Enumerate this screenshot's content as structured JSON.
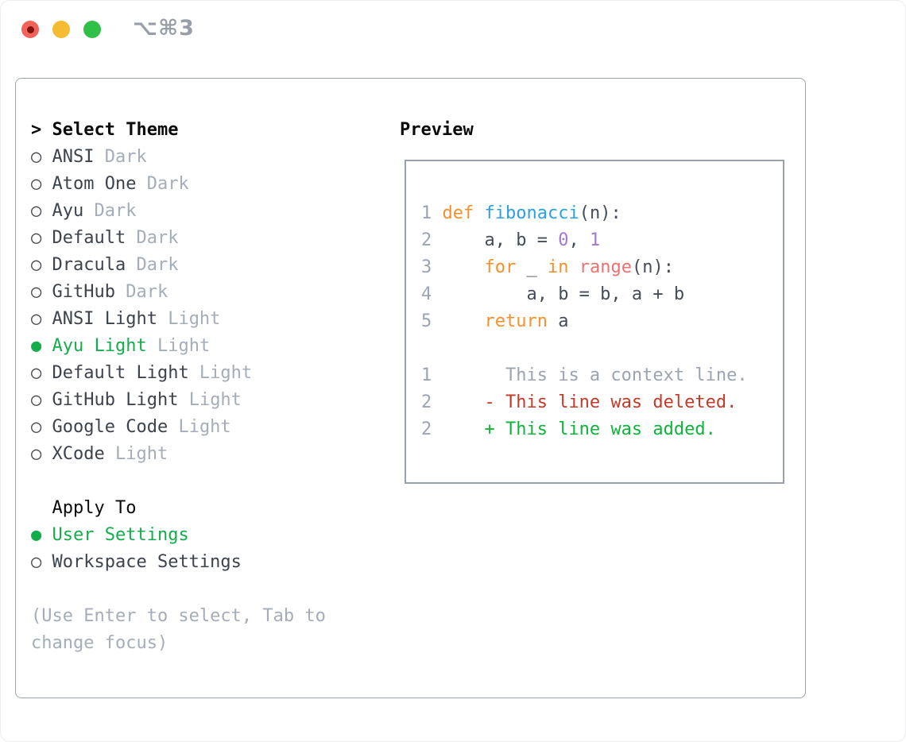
{
  "window": {
    "title": "⌥⌘3",
    "traffic_lights": [
      {
        "name": "close"
      },
      {
        "name": "minimize"
      },
      {
        "name": "zoom"
      }
    ]
  },
  "theme_list": {
    "header_marker": ">",
    "header": "Select Theme",
    "marker_selected": "●",
    "marker_unselected": "○",
    "items": [
      {
        "name": "ANSI",
        "variant": "Dark",
        "selected": false
      },
      {
        "name": "Atom One",
        "variant": "Dark",
        "selected": false
      },
      {
        "name": "Ayu",
        "variant": "Dark",
        "selected": false
      },
      {
        "name": "Default",
        "variant": "Dark",
        "selected": false
      },
      {
        "name": "Dracula",
        "variant": "Dark",
        "selected": false
      },
      {
        "name": "GitHub",
        "variant": "Dark",
        "selected": false
      },
      {
        "name": "ANSI Light",
        "variant": "Light",
        "selected": false
      },
      {
        "name": "Ayu Light",
        "variant": "Light",
        "selected": true
      },
      {
        "name": "Default Light",
        "variant": "Light",
        "selected": false
      },
      {
        "name": "GitHub Light",
        "variant": "Light",
        "selected": false
      },
      {
        "name": "Google Code",
        "variant": "Light",
        "selected": false
      },
      {
        "name": "XCode",
        "variant": "Light",
        "selected": false
      }
    ]
  },
  "apply_to": {
    "header": "Apply To",
    "options": [
      {
        "label": "User Settings",
        "selected": true
      },
      {
        "label": "Workspace Settings",
        "selected": false
      }
    ]
  },
  "help_text": "(Use Enter to select, Tab to change focus)",
  "preview": {
    "header": "Preview",
    "lines": [
      {
        "kind": "code",
        "no": "1",
        "segs": [
          {
            "t": "def ",
            "c": "keyword"
          },
          {
            "t": "fibonacci",
            "c": "function"
          },
          {
            "t": "(n):",
            "c": "code_default"
          }
        ]
      },
      {
        "kind": "code",
        "no": "2",
        "segs": [
          {
            "t": "    a, b = ",
            "c": "code_default"
          },
          {
            "t": "0",
            "c": "number"
          },
          {
            "t": ", ",
            "c": "code_default"
          },
          {
            "t": "1",
            "c": "number"
          }
        ]
      },
      {
        "kind": "code",
        "no": "3",
        "segs": [
          {
            "t": "    ",
            "c": "code_default"
          },
          {
            "t": "for",
            "c": "keyword"
          },
          {
            "t": " _ ",
            "c": "code_default"
          },
          {
            "t": "in",
            "c": "keyword"
          },
          {
            "t": " ",
            "c": "code_default"
          },
          {
            "t": "range",
            "c": "builtin"
          },
          {
            "t": "(n):",
            "c": "code_default"
          }
        ]
      },
      {
        "kind": "code",
        "no": "4",
        "segs": [
          {
            "t": "        a, b = b, a + b",
            "c": "code_default"
          }
        ]
      },
      {
        "kind": "code",
        "no": "5",
        "segs": [
          {
            "t": "    ",
            "c": "code_default"
          },
          {
            "t": "return",
            "c": "keyword"
          },
          {
            "t": " a",
            "c": "code_default"
          }
        ]
      },
      {
        "kind": "blank",
        "no": "",
        "segs": []
      },
      {
        "kind": "context",
        "no": "1",
        "segs": [
          {
            "t": "      This is a context line.",
            "c": "context"
          }
        ]
      },
      {
        "kind": "deleted",
        "no": "2",
        "segs": [
          {
            "t": "    - This line was deleted.",
            "c": "deleted"
          }
        ]
      },
      {
        "kind": "added",
        "no": "2",
        "segs": [
          {
            "t": "    + This line was added.",
            "c": "added"
          }
        ]
      }
    ]
  },
  "colors": {
    "panel_border": "#99a2ae",
    "text_dark": "#3d434d",
    "header_black": "#0b0b0b",
    "muted": "#a4adb9",
    "lineno": "#9aa4b2",
    "select_green": "#15ad4b",
    "keyword": "#f8902e",
    "function": "#2d9fe8",
    "number": "#a478cf",
    "builtin": "#f17070",
    "code_default": "#454c59",
    "context": "#9aa4b2",
    "deleted": "#c43a28",
    "added": "#0fb43a",
    "traffic_red": "#f2615a",
    "traffic_red_dot": "#7e1410",
    "traffic_yellow": "#f5bb33",
    "traffic_green": "#30c047",
    "title_gray": "#989ea8"
  }
}
